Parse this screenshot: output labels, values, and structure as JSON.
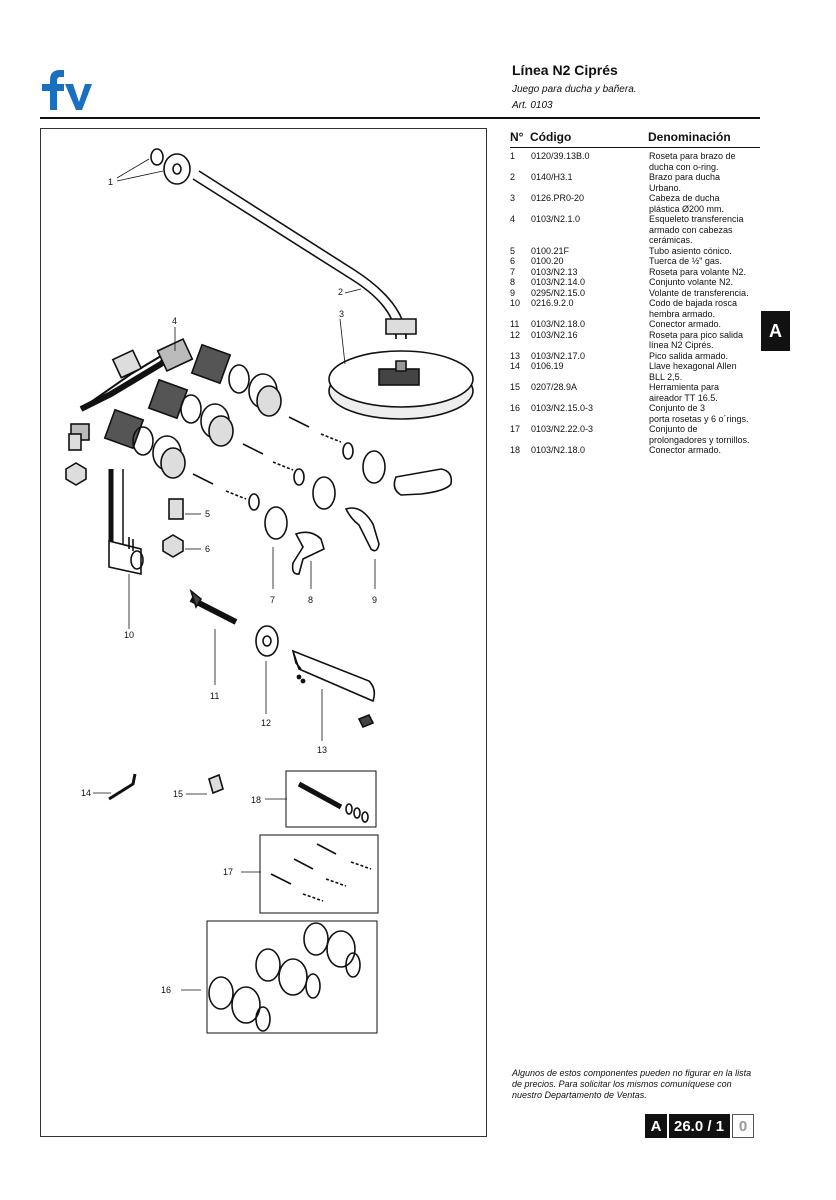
{
  "header": {
    "title": "Línea N2 Ciprés",
    "subtitle": "Juego para ducha y bañera.",
    "article": "Art. 0103"
  },
  "table": {
    "headers": [
      "N°",
      "Código",
      "Denominación"
    ],
    "rows": [
      {
        "lines": [
          [
            "1",
            "0120/39.13B.0",
            "Roseta para brazo de"
          ],
          [
            "",
            "",
            "ducha con o-ring."
          ]
        ]
      },
      {
        "lines": [
          [
            "2",
            "0140/H3.1",
            "Brazo para ducha"
          ],
          [
            "",
            "",
            "Urbano."
          ]
        ]
      },
      {
        "lines": [
          [
            "3",
            "0126.PR0-20",
            "Cabeza de ducha"
          ],
          [
            "",
            "",
            "plástica Ø200 mm."
          ]
        ]
      },
      {
        "lines": [
          [
            "4",
            "0103/N2.1.0",
            "Esqueleto transferencia"
          ],
          [
            "",
            "",
            "armado con cabezas"
          ],
          [
            "",
            "",
            "cerámicas."
          ]
        ]
      },
      {
        "lines": [
          [
            "5",
            "0100.21F",
            "Tubo asiento cónico."
          ]
        ]
      },
      {
        "lines": [
          [
            "6",
            "0100.20",
            "Tuerca de ½\" gas."
          ]
        ]
      },
      {
        "lines": [
          [
            "7",
            "0103/N2.13",
            "Roseta para volante N2."
          ]
        ]
      },
      {
        "lines": [
          [
            "8",
            "0103/N2.14.0",
            "Conjunto volante N2."
          ]
        ]
      },
      {
        "lines": [
          [
            "9",
            "0295/N2.15.0",
            "Volante de transferencia."
          ]
        ]
      },
      {
        "lines": [
          [
            "10",
            "0216.9.2.0",
            "Codo de bajada rosca"
          ],
          [
            "",
            "",
            "hembra armado."
          ]
        ]
      },
      {
        "lines": [
          [
            "11",
            "0103/N2.18.0",
            "Conector armado."
          ]
        ]
      },
      {
        "lines": [
          [
            "12",
            "0103/N2.16",
            "Roseta para pico salida"
          ],
          [
            "",
            "",
            "línea N2 Ciprés."
          ]
        ]
      },
      {
        "lines": [
          [
            "13",
            "0103/N2.17.0",
            "Pico salida armado."
          ]
        ]
      },
      {
        "lines": [
          [
            "14",
            "0106.19",
            "Llave hexagonal Allen"
          ],
          [
            "",
            "",
            "BLL 2,5."
          ]
        ]
      },
      {
        "lines": [
          [
            "15",
            "0207/28.9A",
            "Herramienta para"
          ],
          [
            "",
            "",
            "aireador TT 16.5."
          ]
        ]
      },
      {
        "lines": [
          [
            "16",
            "0103/N2.15.0-3",
            "Conjunto de 3"
          ],
          [
            "",
            "",
            "porta rosetas y 6 o´rings."
          ]
        ]
      },
      {
        "lines": [
          [
            "17",
            "0103/N2.22.0-3",
            "Conjunto de"
          ],
          [
            "",
            "",
            "prolongadores y tornillos."
          ]
        ]
      },
      {
        "lines": [
          [
            "18",
            "0103/N2.18.0",
            "Conector armado."
          ]
        ]
      }
    ]
  },
  "diagram_labels": [
    "1",
    "2",
    "3",
    "4",
    "5",
    "6",
    "7",
    "8",
    "9",
    "10",
    "11",
    "12",
    "13",
    "14",
    "15",
    "18",
    "17",
    "16"
  ],
  "section_tab": "A",
  "footnote": "Algunos de estos componentes pueden no figurar en la lista de precios. Para solicitar los mismos comuníquese con nuestro Departamento de Ventas.",
  "page": {
    "section": "A",
    "number": "26.0 / 1",
    "revision": "0"
  }
}
